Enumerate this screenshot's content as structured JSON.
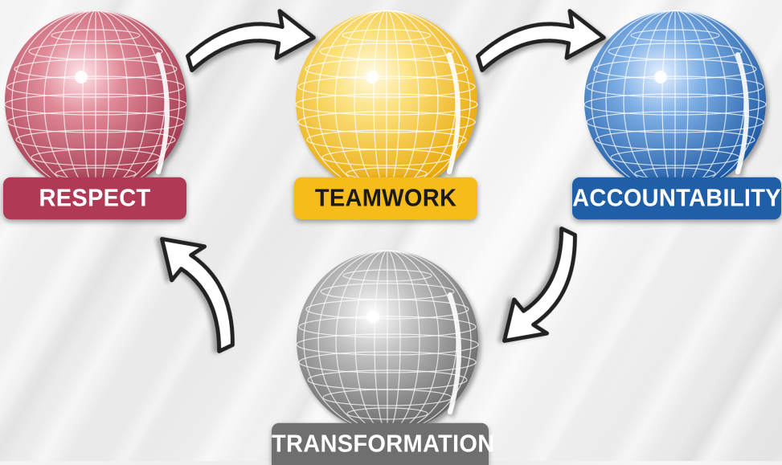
{
  "nodes": [
    {
      "id": "respect",
      "label": "RESPECT",
      "color": "#c95a6d",
      "label_color": "#b03a55"
    },
    {
      "id": "teamwork",
      "label": "TEAMWORK",
      "color": "#f8cf3c",
      "label_color": "#f6bd1a"
    },
    {
      "id": "accountability",
      "label": "ACCOUNTABILITY",
      "color": "#3f7fc4",
      "label_color": "#1f5fa8"
    },
    {
      "id": "transformation",
      "label": "TRANSFORMATION",
      "color": "#8f8f8f",
      "label_color": "#6f6f6f"
    }
  ],
  "edges": [
    {
      "from": "respect",
      "to": "teamwork"
    },
    {
      "from": "teamwork",
      "to": "accountability"
    },
    {
      "from": "accountability",
      "to": "transformation"
    },
    {
      "from": "transformation",
      "to": "respect"
    }
  ],
  "icons": [
    "globe-icon",
    "curved-arrow-icon"
  ]
}
